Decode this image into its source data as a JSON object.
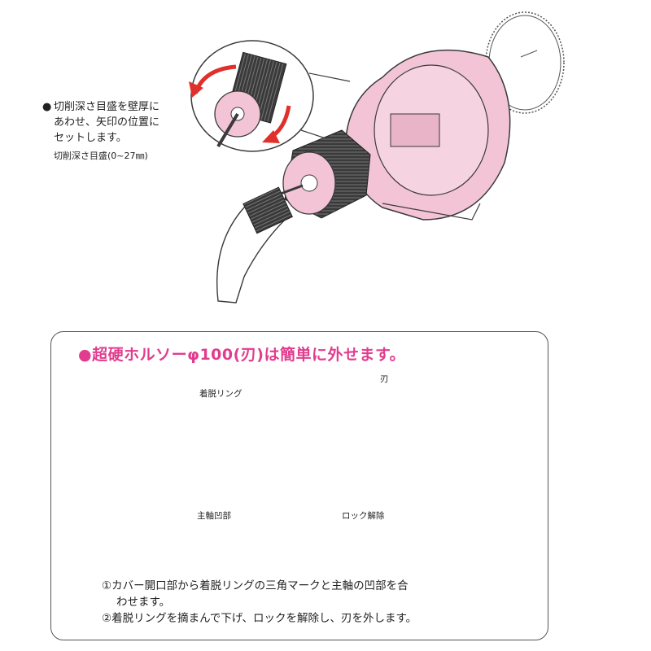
{
  "top_note": {
    "bullet": "●",
    "line1": "切削深さ目盛を壁厚に",
    "line2": "あわせ、矢印の位置に",
    "line3": "セットします。",
    "scale_label": "切削深さ目盛(0~27㎜)"
  },
  "panel": {
    "title": "●超硬ホルソーφ100(刃)は簡単に外せます。",
    "title_color": "#e23c8e",
    "labels": {
      "ring": "着脱リング",
      "spindle_recess": "主軸凹部",
      "lock_release": "ロック解除",
      "blade": "刃"
    },
    "step1_line1": "①カバー開口部から着脱リングの三角マークと主軸の凹部を合",
    "step1_line2": "わせます。",
    "step2": "②着脱リングを摘まんで下げ、ロックを解除し、刃を外します。"
  },
  "colors": {
    "pink": "#f3c4d6",
    "arrow_red": "#e0302c",
    "outline": "#3a3a3a",
    "dark_grip": "#2e2e2e"
  },
  "icons": [
    "rotate-arrow-icon",
    "step-arrow-icon",
    "down-arrow-icon",
    "up-arrow-icon"
  ]
}
